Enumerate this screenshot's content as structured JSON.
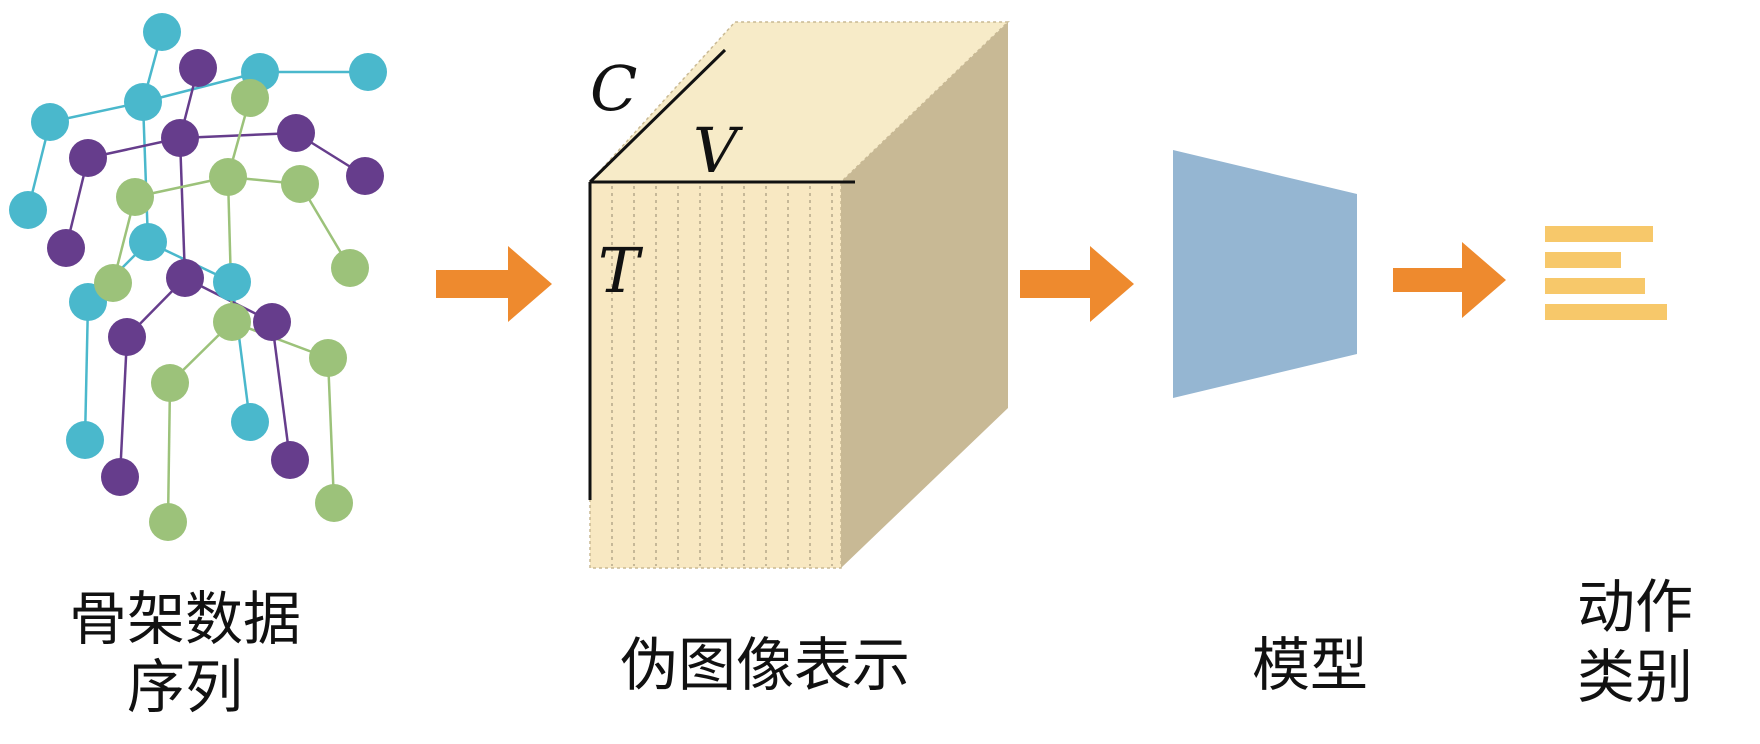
{
  "captions": {
    "skeleton_line1": "骨架数据",
    "skeleton_line2": "序列",
    "pseudo_image": "伪图像表示",
    "model": "模型",
    "action_line1": "动作",
    "action_line2": "类别"
  },
  "cube_axes": {
    "channel": "C",
    "vertex": "V",
    "time": "T"
  },
  "colors": {
    "arrow": "#ee8a2e",
    "joint_cyan": "#4ab8cc",
    "joint_purple": "#663d8c",
    "joint_green": "#9cc27a",
    "cube_front": "#f8e8c2",
    "cube_top": "#f7ebc8",
    "cube_side": "#c8b995",
    "model_trapezoid": "#95b6d2",
    "output_bars": "#f7c86a"
  },
  "icons": {
    "arrow": "arrow-right-icon",
    "skeleton": "skeleton-sequence-icon",
    "cube": "pseudo-image-cube-icon",
    "model": "model-trapezoid-icon",
    "output": "class-bars-icon"
  }
}
